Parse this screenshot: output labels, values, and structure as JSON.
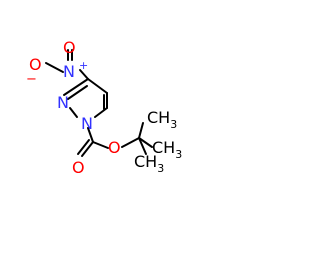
{
  "molecule": {
    "atoms": {
      "nitro_n": "N",
      "nitro_n_charge": "+",
      "nitro_o_top": "O",
      "nitro_o_left": "O",
      "nitro_o_left_charge": "−",
      "ring_n2": "N",
      "ring_n1": "N",
      "ester_o_single": "O",
      "carbonyl_o": "O",
      "methyl_1": "CH",
      "methyl_1_sub": "3",
      "methyl_2": "CH",
      "methyl_2_sub": "3",
      "methyl_3": "CH",
      "methyl_3_sub": "3"
    },
    "colors": {
      "bond": "#000000",
      "oxygen": "#ff0000",
      "nitrogen": "#3232ff",
      "carbon": "#000000"
    }
  }
}
